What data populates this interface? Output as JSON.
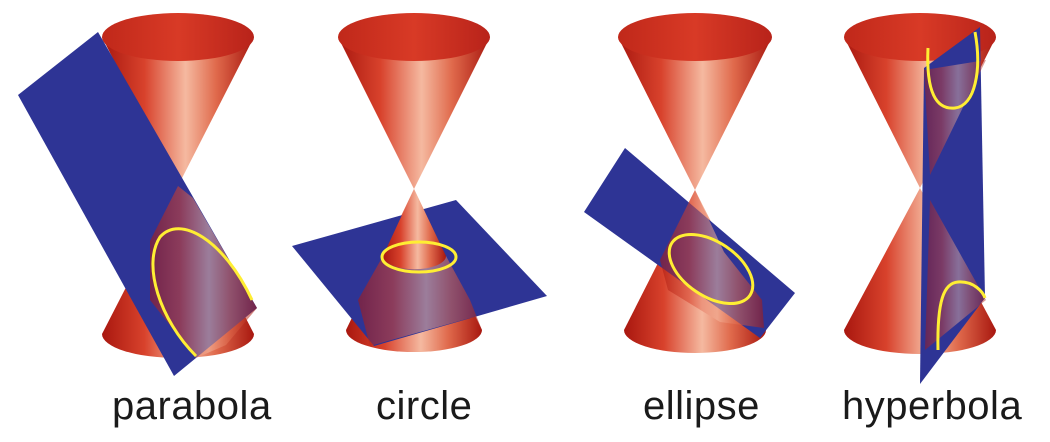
{
  "panels": [
    {
      "id": "parabola",
      "label": "parabola"
    },
    {
      "id": "circle",
      "label": "circle"
    },
    {
      "id": "ellipse",
      "label": "ellipse"
    },
    {
      "id": "hyperbola",
      "label": "hyperbola"
    }
  ],
  "colors": {
    "cone_dark": "#b51e14",
    "cone_light": "#f3b29a",
    "plane": "#2e3495",
    "curve": "#ffee33",
    "label": "#1a1a1a"
  }
}
